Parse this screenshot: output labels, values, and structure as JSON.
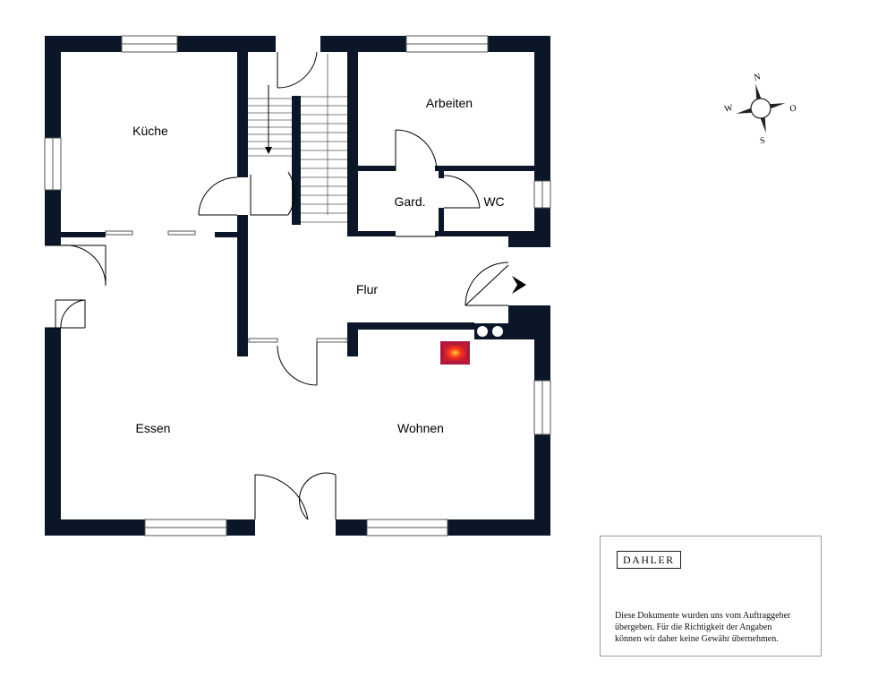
{
  "rooms": {
    "kueche": "Küche",
    "arbeiten": "Arbeiten",
    "garderobe": "Gard.",
    "wc": "WC",
    "flur": "Flur",
    "essen": "Essen",
    "wohnen": "Wohnen"
  },
  "compass": {
    "north": "N",
    "east": "O",
    "south": "S",
    "west": "W"
  },
  "colors": {
    "wall": "#0b1628",
    "stove_outer": "#c21a3a",
    "stove_inner": "#ff4a2a"
  },
  "icons": {
    "compass": "compass-rose-icon",
    "entrance": "entrance-arrow-icon",
    "fireplace": "fireplace-icon"
  },
  "disclaimer": {
    "logo": "DAHLER",
    "line1": "Diese Dokumente wurden uns vom Auftraggeber",
    "line2": "übergeben. Für die Richtigkeit der Angaben",
    "line3": "können wir daher keine Gewähr übernehmen."
  }
}
